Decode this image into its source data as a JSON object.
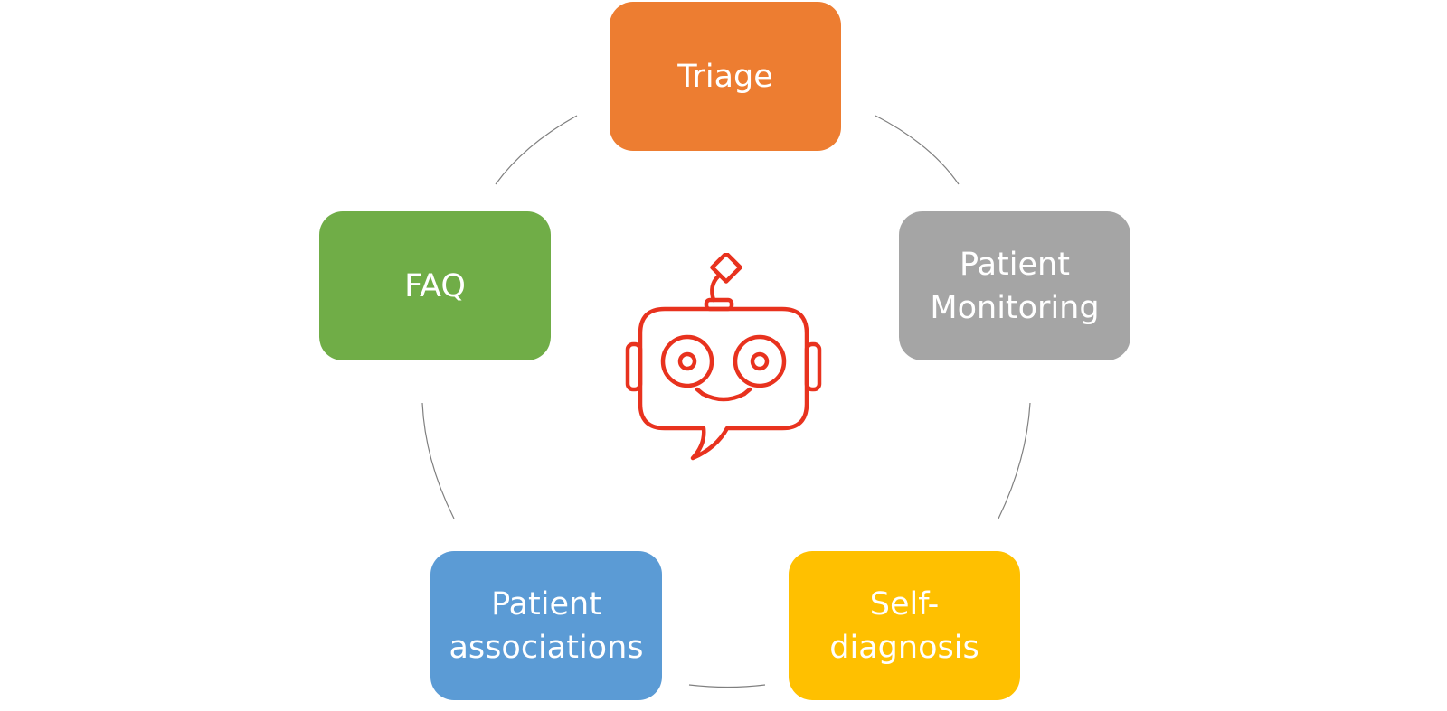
{
  "diagram": {
    "nodes": [
      {
        "id": "triage",
        "label": "Triage",
        "color": "#ED7D31"
      },
      {
        "id": "monitoring",
        "label": "Patient\nMonitoring",
        "color": "#A5A5A5"
      },
      {
        "id": "selfdiag",
        "label": "Self-\ndiagnosis",
        "color": "#FFC000"
      },
      {
        "id": "associations",
        "label": "Patient\nassociations",
        "color": "#5B9BD5"
      },
      {
        "id": "faq",
        "label": "FAQ",
        "color": "#70AD47"
      }
    ],
    "center_icon": "chatbot-robot-icon",
    "center_icon_color": "#E8321E",
    "connector_color": "#7F7F7F"
  }
}
